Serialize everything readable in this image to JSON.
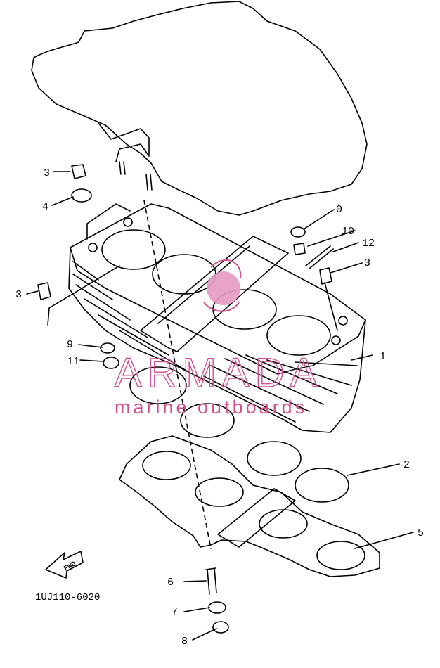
{
  "diagram": {
    "part_callouts": [
      "1",
      "2",
      "3",
      "3",
      "3",
      "4",
      "5",
      "6",
      "7",
      "8",
      "9",
      "10",
      "11",
      "12",
      "0"
    ],
    "code": "1UJ110-6020",
    "fwd_label": "FWD"
  },
  "watermark": {
    "brand": "ARMADA",
    "tagline": "marine outboards",
    "color": "#d24f93"
  }
}
